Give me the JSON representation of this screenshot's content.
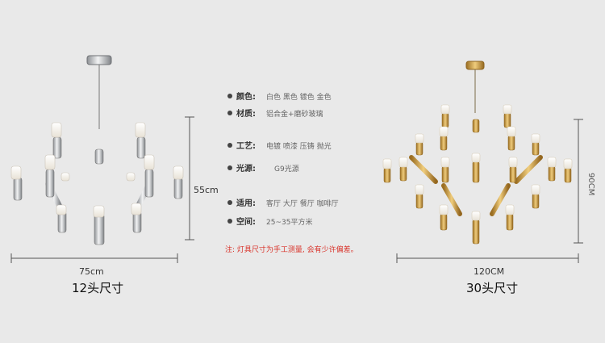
{
  "left": {
    "width_label": "75cm",
    "height_label": "55cm",
    "caption": "12头尺寸"
  },
  "right": {
    "width_label": "120CM",
    "height_label": "90CM",
    "caption": "30头尺寸"
  },
  "specs": [
    {
      "label": "颜色:",
      "value": "白色  黑色  镀色  金色"
    },
    {
      "label": "材质:",
      "value": "铝合金+磨砂玻璃"
    },
    {
      "label": "工艺:",
      "value": "电镀  喷漆  压铸  抛光"
    },
    {
      "label": "光源:",
      "value": "G9光源"
    },
    {
      "label": "适用:",
      "value": "客厅  大厅  餐厅  咖啡厅"
    },
    {
      "label": "空间:",
      "value": "25~35平方米"
    }
  ],
  "note": "注: 灯具尺寸为手工测量, 会有少许偏差。",
  "colors": {
    "silver": "#b9bcc0",
    "gold": "#c99a3e",
    "note": "#d9342b"
  }
}
